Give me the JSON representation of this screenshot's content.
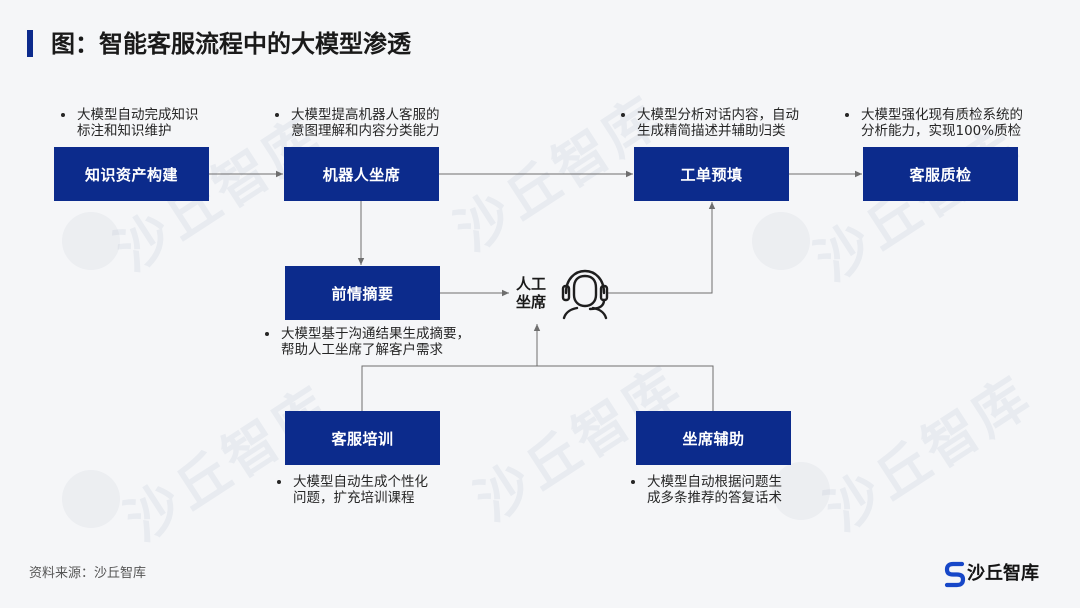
{
  "title": "图：智能客服流程中的大模型渗透",
  "nodes": {
    "knowledge": "知识资产构建",
    "robot_agent": "机器人坐席",
    "ticket_prefill": "工单预填",
    "quality_check": "客服质检",
    "context_summary": "前情摘要",
    "agent_training": "客服培训",
    "agent_assist": "坐席辅助"
  },
  "notes": {
    "knowledge": [
      "大模型自动完成知识",
      "标注和知识维护"
    ],
    "robot_agent": [
      "大模型提高机器人客服的",
      "意图理解和内容分类能力"
    ],
    "ticket_prefill": [
      "大模型分析对话内容，自动",
      "生成精简描述并辅助归类"
    ],
    "quality_check": [
      "大模型强化现有质检系统的",
      "分析能力，实现100%质检"
    ],
    "context_summary": [
      "大模型基于沟通结果生成摘要，",
      "帮助人工坐席了解客户需求"
    ],
    "agent_training": [
      "大模型自动生成个性化",
      "问题，扩充培训课程"
    ],
    "agent_assist": [
      "大模型自动根据问题生",
      "成多条推荐的答复话术"
    ]
  },
  "human_agent": [
    "人工",
    "坐席"
  ],
  "source": "资料来源：沙丘智库",
  "brand": "沙丘智库",
  "watermark": "沙丘智库",
  "icons": {
    "human_agent": "headset-person-icon",
    "brand": "brand-logo-icon",
    "bullet": "bullet-dot"
  },
  "colors": {
    "accent": "#0c2b8c",
    "background": "#f5f6f8",
    "connector": "#6e6e6e",
    "node_text": "#ffffff"
  }
}
